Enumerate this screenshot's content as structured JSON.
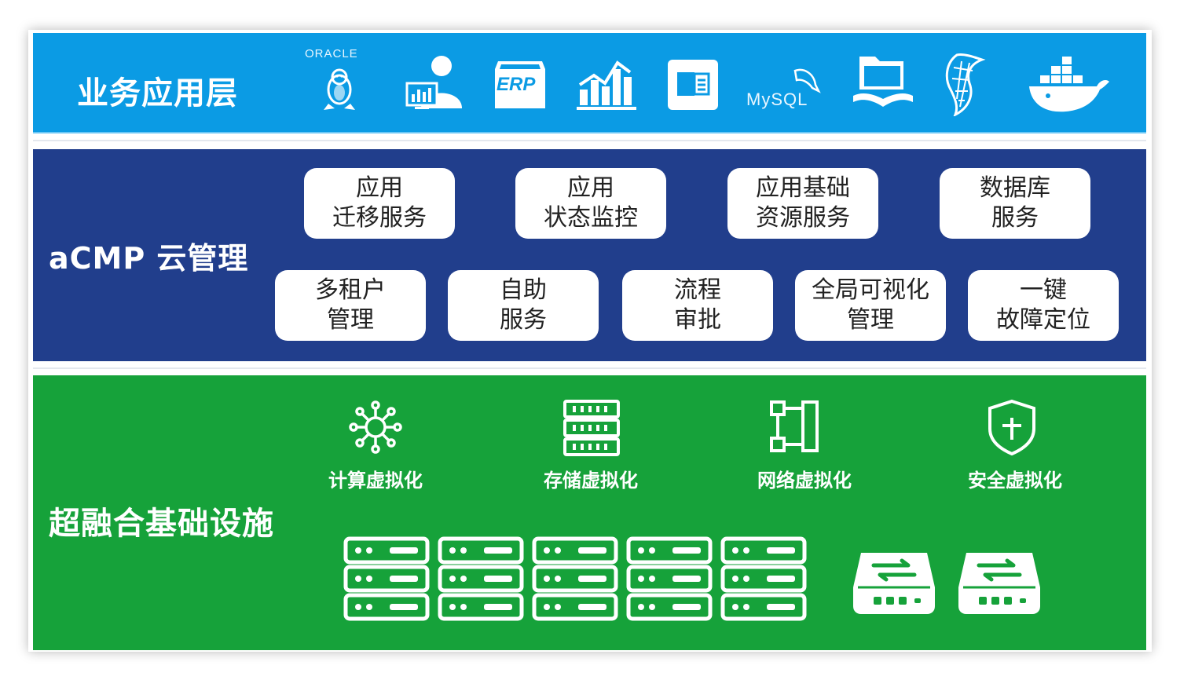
{
  "app_layer": {
    "title": "业务应用层",
    "icons": [
      {
        "name": "oracle-linux-icon",
        "label": "ORACLE"
      },
      {
        "name": "user-monitor-icon"
      },
      {
        "name": "erp-box-icon",
        "label": "ERP"
      },
      {
        "name": "bar-chart-icon"
      },
      {
        "name": "office-doc-icon"
      },
      {
        "name": "mysql-icon",
        "label": "MySQL"
      },
      {
        "name": "shared-folder-icon"
      },
      {
        "name": "sql-server-icon"
      },
      {
        "name": "docker-icon"
      }
    ]
  },
  "cmp_layer": {
    "title": "aCMP 云管理",
    "row1": [
      {
        "line1": "应用",
        "line2": "迁移服务"
      },
      {
        "line1": "应用",
        "line2": "状态监控"
      },
      {
        "line1": "应用基础",
        "line2": "资源服务"
      },
      {
        "line1": "数据库",
        "line2": "服务"
      }
    ],
    "row2": [
      {
        "line1": "多租户",
        "line2": "管理"
      },
      {
        "line1": "自助",
        "line2": "服务"
      },
      {
        "line1": "流程",
        "line2": "审批"
      },
      {
        "line1": "全局可视化",
        "line2": "管理"
      },
      {
        "line1": "一键",
        "line2": "故障定位"
      }
    ]
  },
  "infra_layer": {
    "title": "超融合基础设施",
    "virtualization": [
      {
        "icon": "compute-gear-icon",
        "label": "计算虚拟化"
      },
      {
        "icon": "storage-array-icon",
        "label": "存储虚拟化"
      },
      {
        "icon": "network-topology-icon",
        "label": "网络虚拟化"
      },
      {
        "icon": "security-shield-icon",
        "label": "安全虚拟化"
      }
    ],
    "server_count": 5,
    "switch_count": 2
  },
  "colors": {
    "app_band": "#0b9be4",
    "cmp_band": "#213e8c",
    "infra_band": "#16a23a",
    "card": "#ffffff"
  }
}
